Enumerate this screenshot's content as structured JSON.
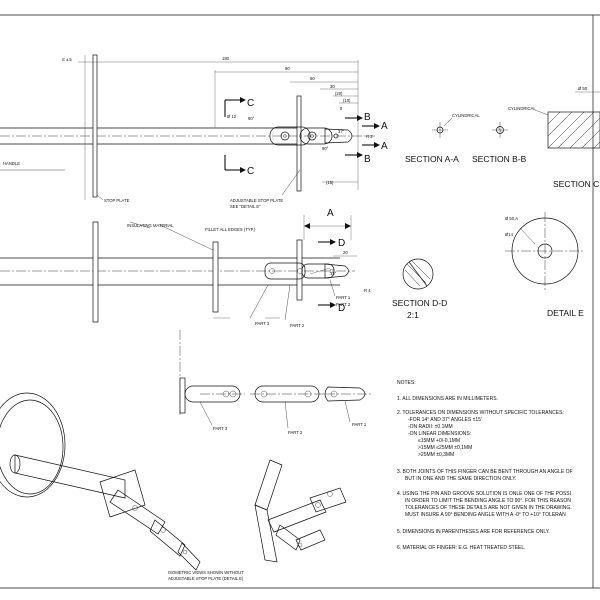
{
  "dims": {
    "s_tol": "S ±.5",
    "d180": "180",
    "d90": "90",
    "d60": "60",
    "d30": "30",
    "d20": "(20)",
    "d10": "(10)",
    "d8": "8",
    "d15": "(15)",
    "dia12": "Ø 12",
    "ang90a": "90°",
    "ang37": "37°",
    "r2": "R 2",
    "ang90b": "90°",
    "d20b": "20",
    "ang14": "14°",
    "r4": "R 4",
    "dia50": "Ø 50",
    "dia50a": "Ø 50,A",
    "dia14": "Ø14"
  },
  "labels": {
    "handle": "HANDLE",
    "stop_plate": "STOP PLATE",
    "adjustable_stop_plate": "ADJUSTABLE STOP PLATE",
    "see_detail": "SEE \"DETAIL E\"",
    "insulating_material": "INSULATING MATERIAL",
    "fillet": "FILLET ALL EDGES (TYP.)",
    "part1": "PART 1",
    "part2": "PART 2",
    "part3": "PART 3",
    "cylindrical_a": "CYLINDRICAL",
    "cylindrical_b": "CYLINDRICAL",
    "iso_note_1": "ISOMETRIC VIEWS SHOWN WITHOUT",
    "iso_note_2": "ADJUSTABLE STOP PLATE (DETAIL E)"
  },
  "markers": {
    "c": "C",
    "b": "B",
    "a": "A",
    "d": "D"
  },
  "sections": {
    "aa": "SECTION A-A",
    "bb": "SECTION B-B",
    "cc": "SECTION C",
    "dd": "SECTION D-D",
    "dd_scale": "2:1",
    "detail_e": "DETAIL E"
  },
  "notes": {
    "heading": "NOTES:",
    "n1": "1. ALL DIMENSIONS ARE IN MILLIMETERS.",
    "n2": "2. TOLERANCES ON DIMENSIONS WITHOUT SPECIFIC TOLERANCES:",
    "n2a": "-FOR 14° AND 37° ANGLES ±15'",
    "n2b": "-ON RADII: ±0.1MM",
    "n2c": "-ON LINEAR DIMENSIONS:",
    "n2d": "≤15MM  +0/-0,1MM",
    "n2e": ">15MM  ≤25MM ±0,1MM",
    "n2f": ">25MM  ±0,3MM",
    "n3": "3. BOTH JOINTS OF THIS FINGER CAN BE BENT THROUGH AN ANGLE OF",
    "n3b": "BUT IN ONE AND THE SAME DIRECTION ONLY.",
    "n4": "4. USING THE PIN AND GROOVE SOLUTION IS ONLE ONE OF THE POSSI",
    "n4b": "IN ORDER TO LIMIT THE BENDING ANGLE TO 90°. FOR THIS REASON",
    "n4c": "TOLERANCES OF THESE DETAILS ARE NOT GIVEN IN THE DRAWING.",
    "n4d": "MUST INSURE A 90° BENDING ANGLE WITH A -0° TO +10° TOLERAN",
    "n5": "5. DIMENSIONS IN PARENTHESES ARE FOR REFERENCE ONLY.",
    "n6": "6. MATERIAL OF FINGER:  E.G. HEAT TREATED STEEL."
  }
}
